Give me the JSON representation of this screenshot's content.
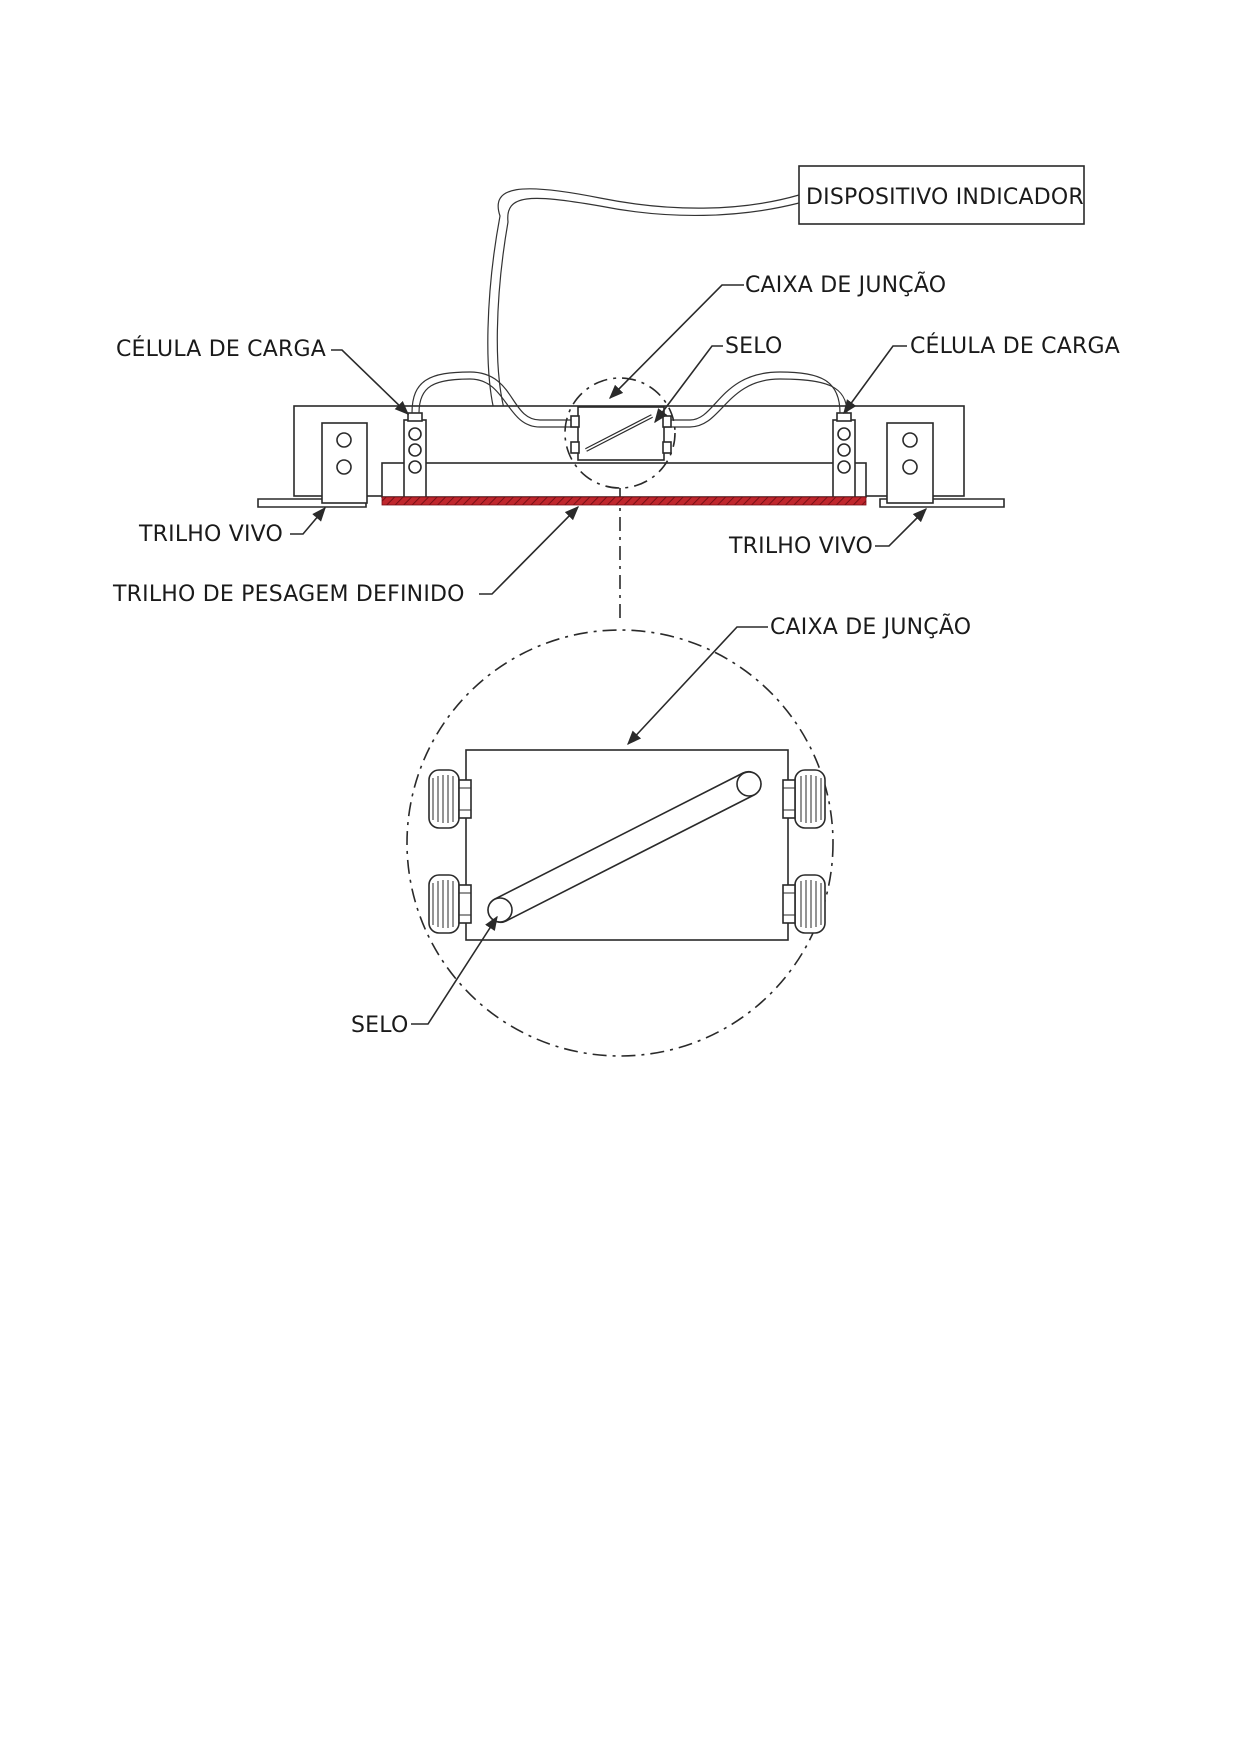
{
  "labels": {
    "indicator": "DISPOSITIVO INDICADOR",
    "junction_top": "CAIXA DE JUNÇÃO",
    "seal_top": "SELO",
    "load_cell_left": "CÉLULA DE CARGA",
    "load_cell_right": "CÉLULA DE CARGA",
    "live_rail_left": "TRILHO VIVO",
    "live_rail_right": "TRILHO VIVO",
    "weigh_rail": "TRILHO DE PESAGEM DEFINIDO",
    "junction_detail": "CAIXA DE JUNÇÃO",
    "seal_detail": "SELO"
  },
  "colors": {
    "weigh_rail": "#c0272d",
    "line": "#2a2a2a"
  }
}
